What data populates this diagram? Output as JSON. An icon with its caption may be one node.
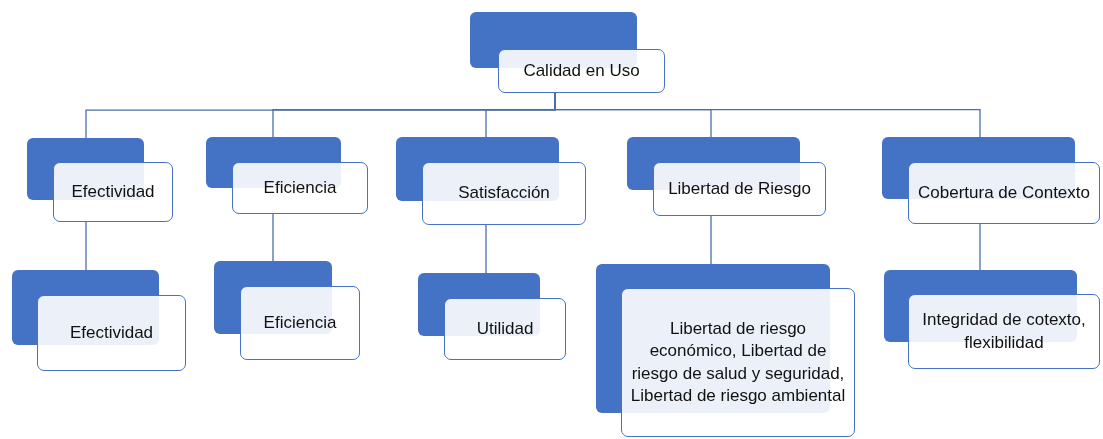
{
  "diagram": {
    "nodes": [
      {
        "text": [
          "Calidad en Uso"
        ]
      },
      {
        "text": [
          "Efectividad"
        ]
      },
      {
        "text": [
          "Eficiencia"
        ]
      },
      {
        "text": [
          "Satisfacción"
        ]
      },
      {
        "text": [
          "Libertad de Riesgo"
        ]
      },
      {
        "text": [
          "Cobertura de Contexto"
        ]
      },
      {
        "text": [
          "Efectividad"
        ]
      },
      {
        "text": [
          "Eficiencia"
        ]
      },
      {
        "text": [
          "Utilidad"
        ]
      },
      {
        "text": [
          "Libertad de riesgo económico, Libertad de riesgo de salud y seguridad, Libertad de riesgo ambiental"
        ]
      },
      {
        "text": [
          "Integridad de cotexto, flexibilidad"
        ]
      }
    ],
    "edges": [
      {
        "from": 0,
        "to": 1,
        "arrow": "none"
      },
      {
        "from": 0,
        "to": 2,
        "arrow": "none"
      },
      {
        "from": 0,
        "to": 3,
        "arrow": "none"
      },
      {
        "from": 0,
        "to": 4,
        "arrow": "none"
      },
      {
        "from": 0,
        "to": 5,
        "arrow": "none"
      },
      {
        "from": 1,
        "to": 6,
        "arrow": "none"
      },
      {
        "from": 2,
        "to": 7,
        "arrow": "none"
      },
      {
        "from": 3,
        "to": 8,
        "arrow": "none"
      },
      {
        "from": 4,
        "to": 9,
        "arrow": "none"
      },
      {
        "from": 5,
        "to": 10,
        "arrow": "none"
      }
    ]
  }
}
